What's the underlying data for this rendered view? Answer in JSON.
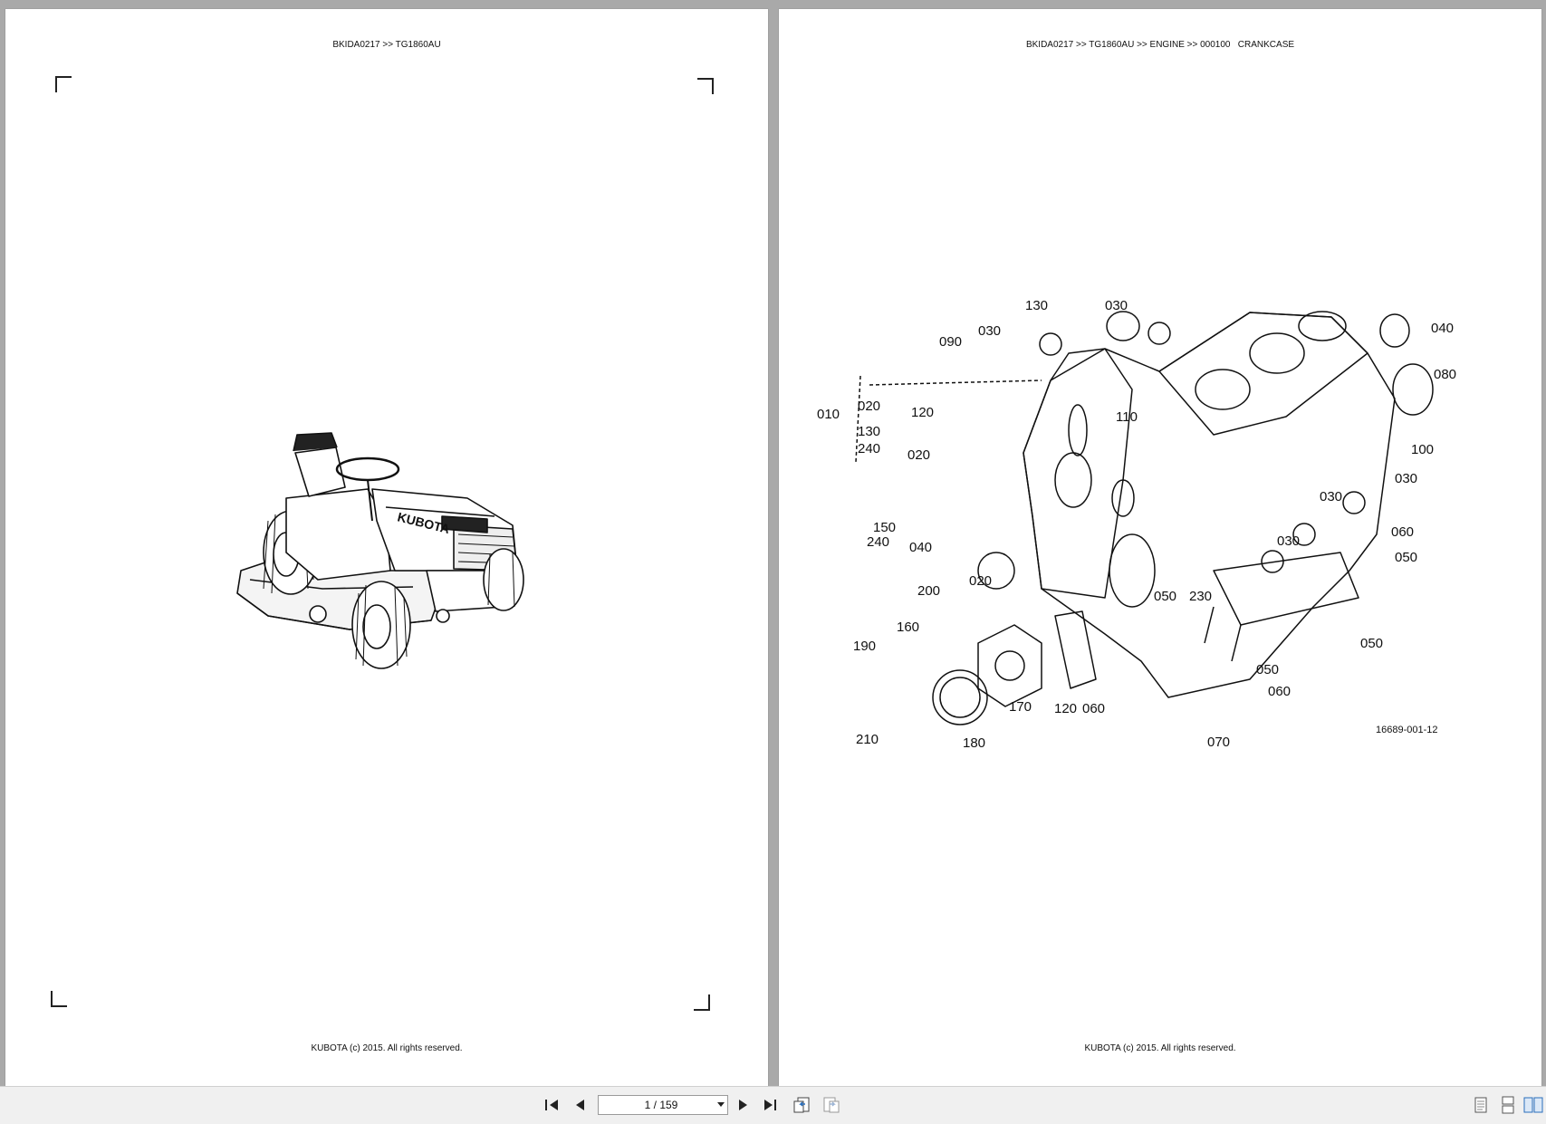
{
  "left_page": {
    "header": "BKIDA0217 >> TG1860AU",
    "footer": "KUBOTA (c) 2015. All rights reserved.",
    "illustration": {
      "icon": "riding-mower-illustration",
      "brand_text": "KUBOTA"
    }
  },
  "right_page": {
    "header": "BKIDA0217 >> TG1860AU >> ENGINE >> 000100   CRANKCASE",
    "footer": "KUBOTA (c) 2015. All rights reserved.",
    "diagram": {
      "reference": "16689-001-12",
      "callouts": [
        "130",
        "030",
        "030",
        "090",
        "040",
        "080",
        "010",
        "020",
        "130",
        "240",
        "120",
        "110",
        "100",
        "020",
        "030",
        "030",
        "150",
        "240",
        "040",
        "030",
        "060",
        "050",
        "020",
        "050",
        "230",
        "200",
        "160",
        "050",
        "190",
        "050",
        "060",
        "170",
        "120",
        "060",
        "210",
        "180",
        "070"
      ]
    }
  },
  "toolbar": {
    "page_indicator": "1 / 159",
    "buttons": {
      "first": "first-page-icon",
      "prev": "previous-page-icon",
      "next": "next-page-icon",
      "last": "last-page-icon",
      "back": "go-back-icon",
      "forward": "go-forward-icon",
      "single": "single-page-view-icon",
      "continuous": "continuous-view-icon",
      "facing": "facing-pages-view-icon"
    }
  }
}
